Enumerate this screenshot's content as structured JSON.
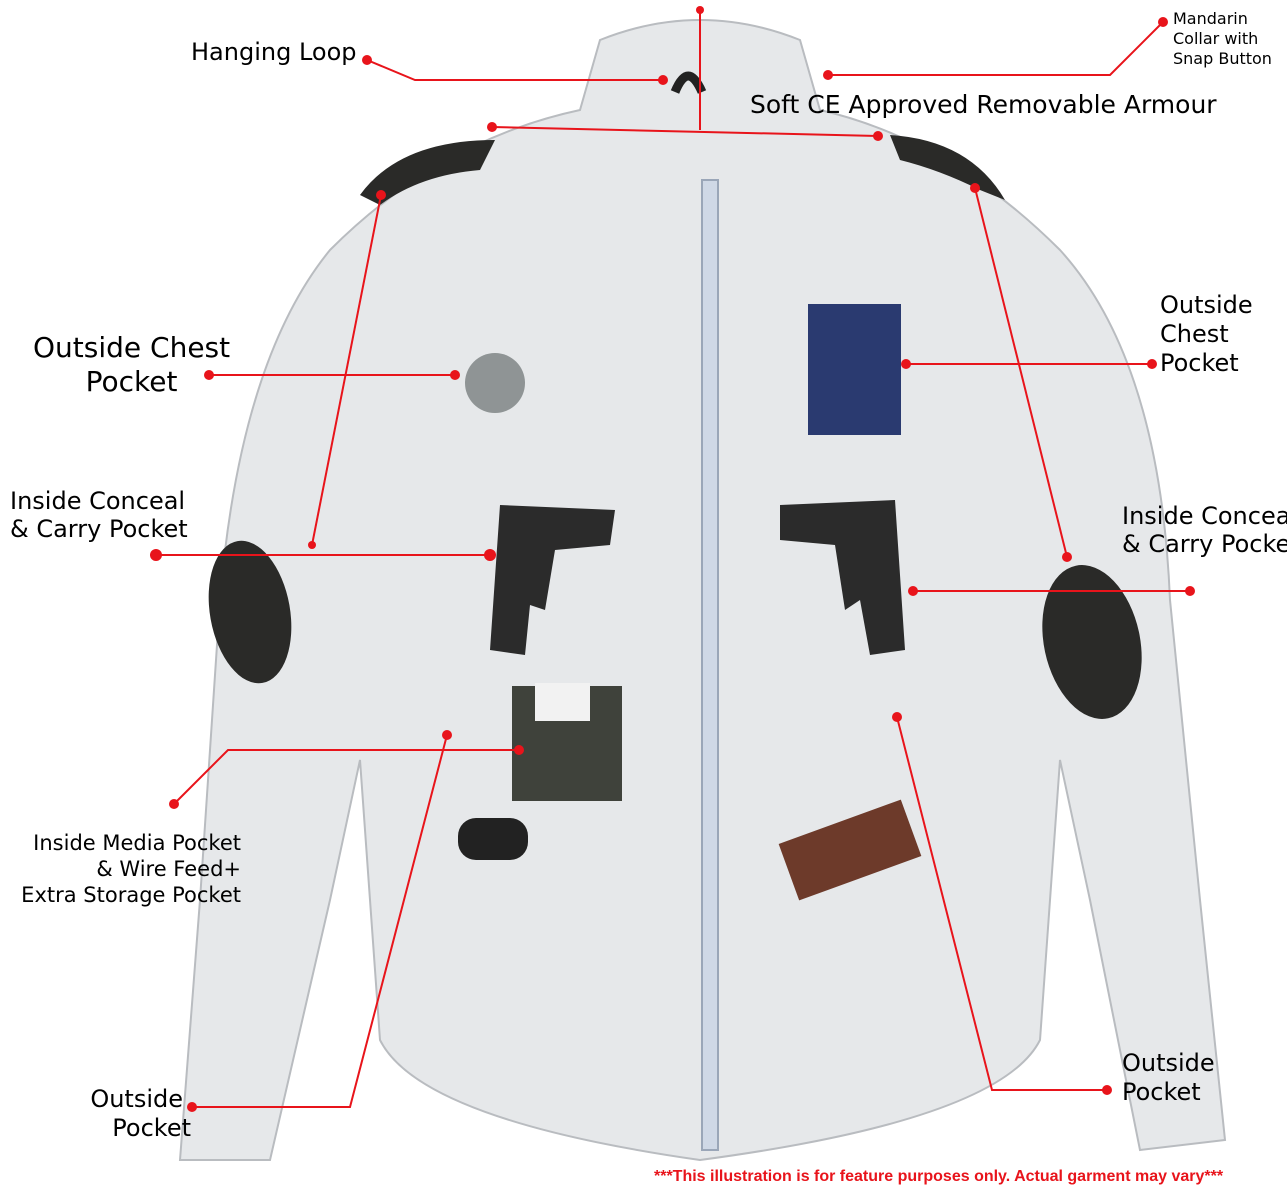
{
  "colors": {
    "callout": "#e8141b",
    "jacket": "#e6e8ea",
    "armour": "#2a2a28"
  },
  "labels": {
    "hanging_loop": "Hanging Loop",
    "mandarin_collar": [
      "Mandarin",
      "Collar with",
      "Snap Button"
    ],
    "armour": "Soft CE Approved Removable Armour",
    "chest_left": [
      "Outside Chest",
      "Pocket"
    ],
    "chest_right": [
      "Outside",
      "Chest",
      "Pocket"
    ],
    "conceal_left": [
      "Inside Conceal",
      "& Carry Pocket"
    ],
    "conceal_right": [
      "Inside Conceal",
      "& Carry Pocket"
    ],
    "media": [
      "Inside Media Pocket",
      "& Wire Feed+",
      "Extra Storage Pocket"
    ],
    "pocket_left": [
      "Outside",
      "Pocket"
    ],
    "pocket_right": [
      "Outside",
      "Pocket"
    ]
  },
  "disclaimer": "***This illustration is for feature purposes only.  Actual garment may vary***"
}
